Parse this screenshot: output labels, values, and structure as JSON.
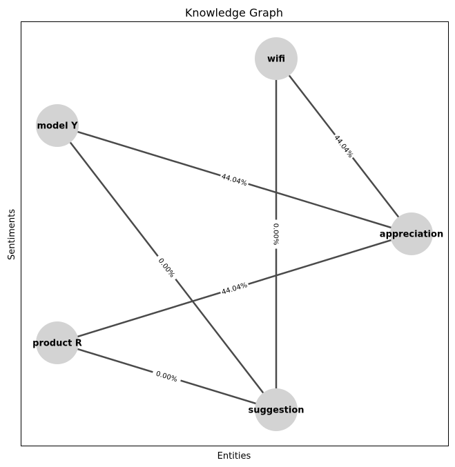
{
  "title": "Knowledge Graph",
  "xlabel": "Entities",
  "ylabel": "Sentiments",
  "colors": {
    "node_fill": "#d3d3d3",
    "edge": "#4a4a4a",
    "text": "#000000"
  },
  "nodes": [
    {
      "id": "wifi",
      "label": "wifi"
    },
    {
      "id": "model_y",
      "label": "model Y"
    },
    {
      "id": "appreciation",
      "label": "appreciation"
    },
    {
      "id": "product_r",
      "label": "product R"
    },
    {
      "id": "suggestion",
      "label": "suggestion"
    }
  ],
  "edges": [
    {
      "source": "wifi",
      "target": "appreciation",
      "label": "44.04%"
    },
    {
      "source": "wifi",
      "target": "suggestion",
      "label": "0.00%"
    },
    {
      "source": "model_y",
      "target": "appreciation",
      "label": "44.04%"
    },
    {
      "source": "model_y",
      "target": "suggestion",
      "label": "0.00%"
    },
    {
      "source": "product_r",
      "target": "appreciation",
      "label": "44.04%"
    },
    {
      "source": "product_r",
      "target": "suggestion",
      "label": "0.00%"
    }
  ]
}
